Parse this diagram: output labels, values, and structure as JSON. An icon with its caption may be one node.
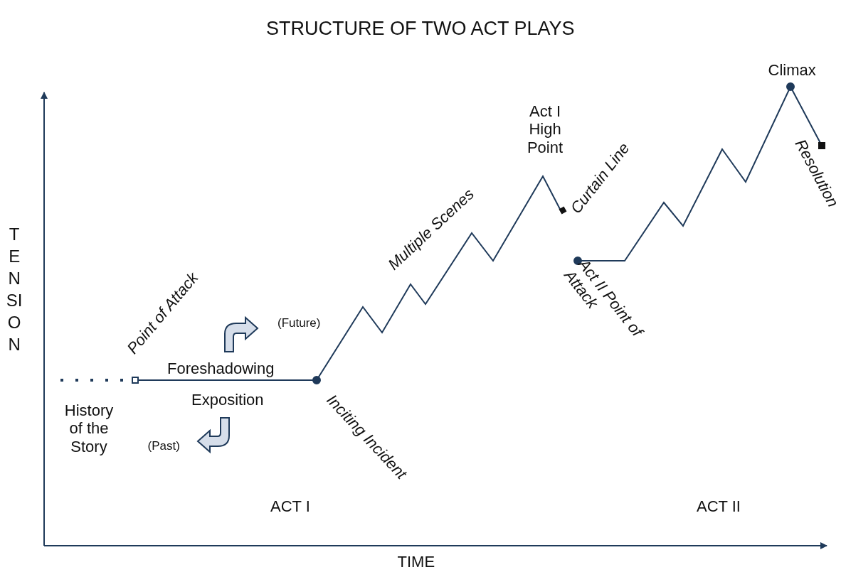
{
  "diagram": {
    "title": "STRUCTURE OF TWO ACT PLAYS",
    "labels": [
      "Climax",
      "Act I High Point",
      "Curtain Line",
      "Resolution",
      "Multiple Scenes",
      "TENSION",
      "Act II Point of Attack",
      "Point of Attack",
      "(Future)",
      "Foreshadowing",
      "Exposition",
      "History of the Story",
      "(Past)",
      "Inciting Incident",
      "ACT I",
      "ACT II",
      "TIME"
    ]
  }
}
